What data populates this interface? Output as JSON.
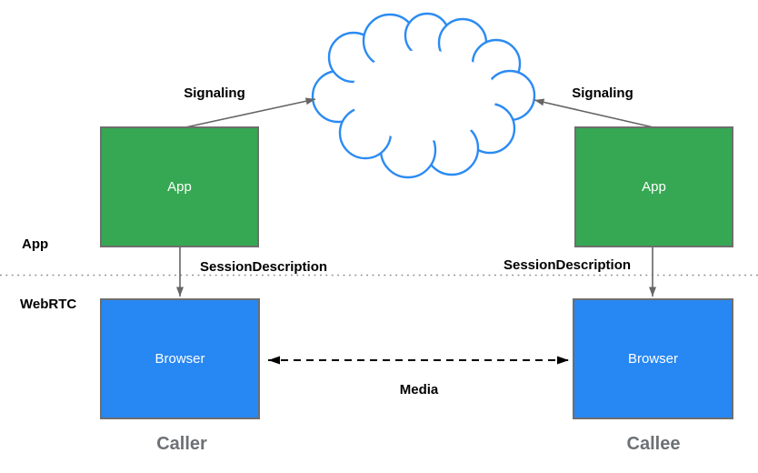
{
  "colors": {
    "app_green": "#36a853",
    "browser_blue": "#2787f3",
    "cloud_blue": "#2b8bf2",
    "border_gray": "#6e6e6e",
    "arrow_gray": "#666666",
    "media_black": "#000000",
    "dotted_gray": "#8c8c8c",
    "label_gray": "#6d7175"
  },
  "layers": {
    "app": "App",
    "webrtc": "WebRTC"
  },
  "nodes": {
    "caller_app_label": "App",
    "callee_app_label": "App",
    "caller_browser_label": "Browser",
    "callee_browser_label": "Browser",
    "caller_title": "Caller",
    "callee_title": "Callee"
  },
  "edges": {
    "signaling_left": "Signaling",
    "signaling_right": "Signaling",
    "session_left": "SessionDescription",
    "session_right": "SessionDescription",
    "media": "Media"
  }
}
